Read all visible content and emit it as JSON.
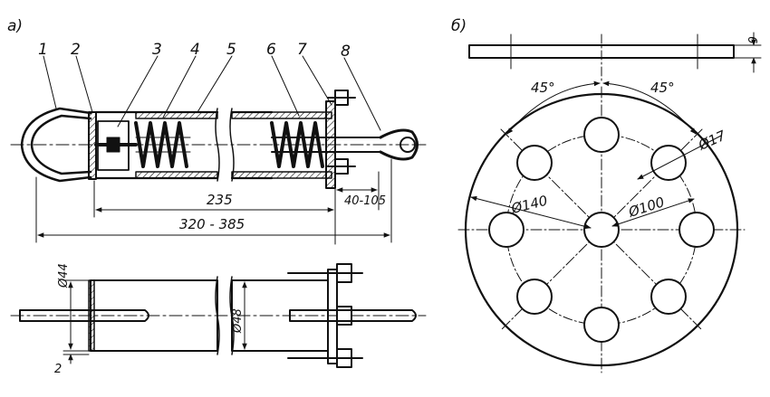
{
  "panel_labels": {
    "a": "а)",
    "b": "б)"
  },
  "part_numbers": [
    "1",
    "2",
    "3",
    "4",
    "5",
    "6",
    "7",
    "8"
  ],
  "dimensions_a": {
    "inner_length": "235",
    "overall_length": "320 - 385",
    "adjust_range": "40-105",
    "diam_small": "Ø44",
    "diam_body": "Ø48",
    "wall": "2"
  },
  "dimensions_b": {
    "angle_left": "45°",
    "angle_right": "45°",
    "hole_diam": "Ø17",
    "outer_diam": "Ø140",
    "bolt_circle": "Ø100",
    "thickness": "6"
  }
}
